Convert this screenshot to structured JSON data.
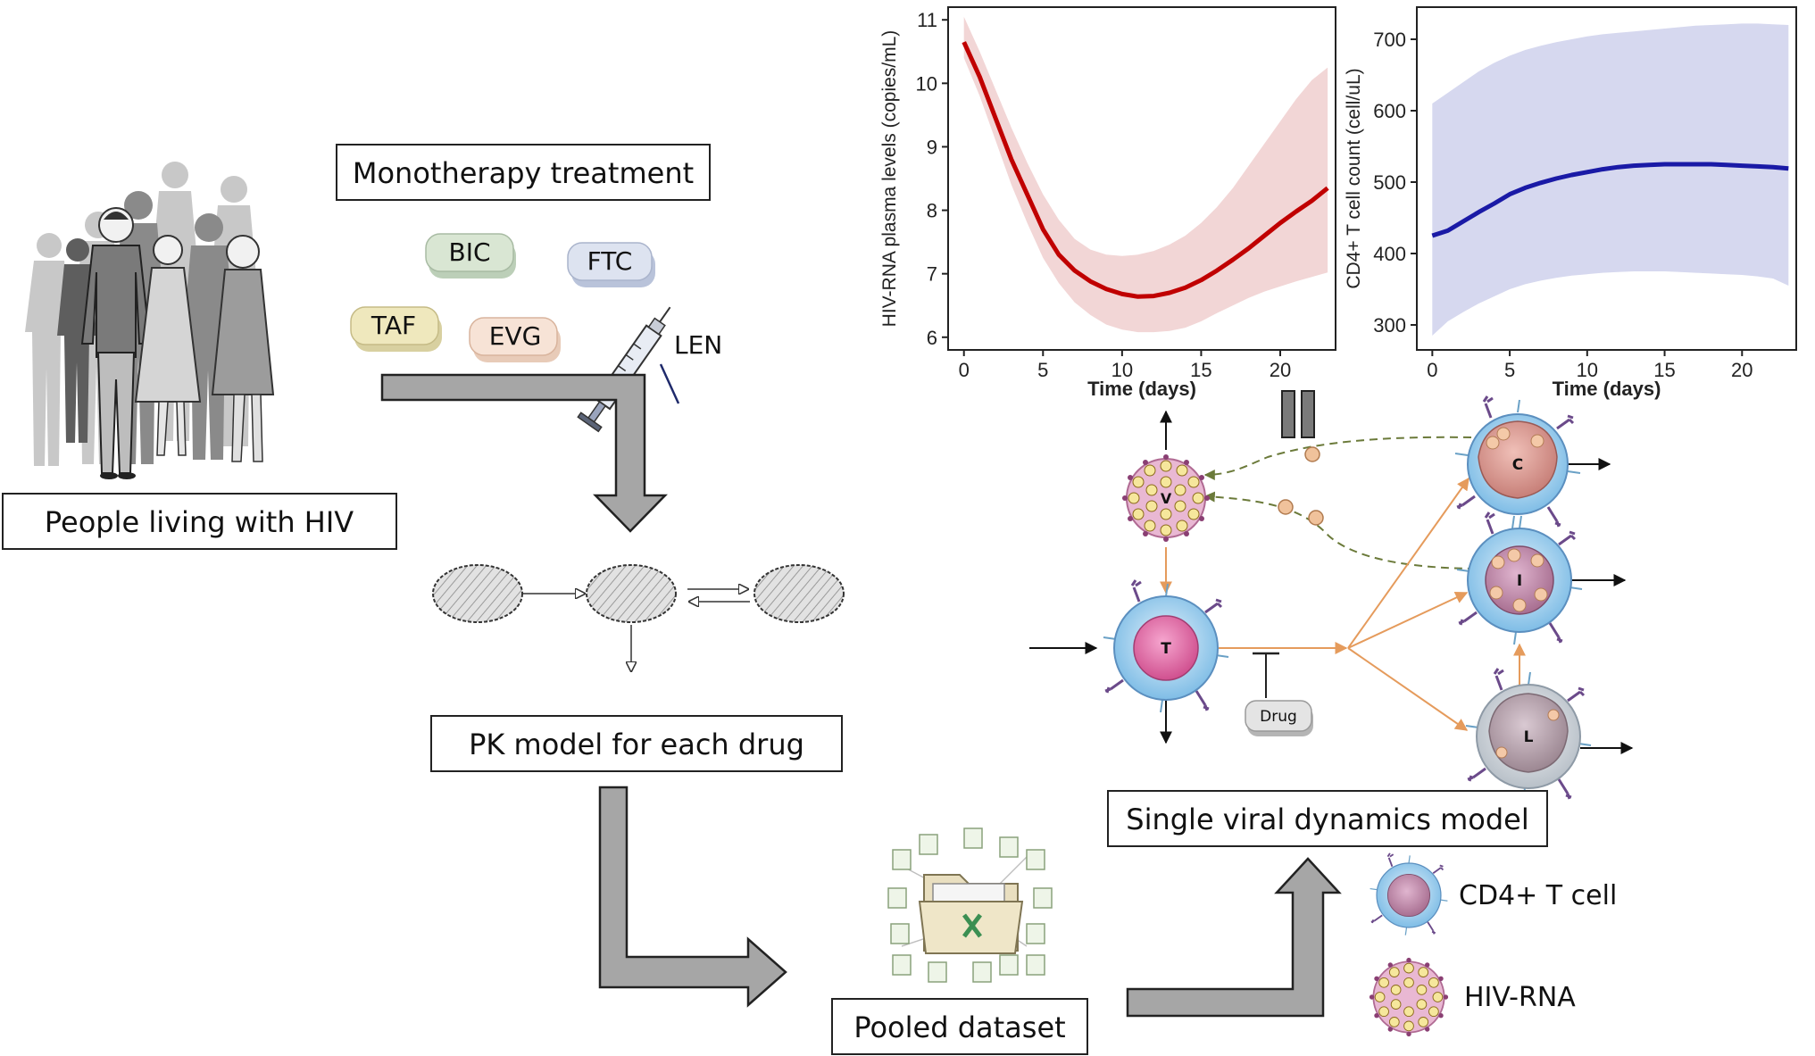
{
  "labels": {
    "people": "People living with HIV",
    "monotherapy": "Monotherapy treatment",
    "pk_model": "PK model for each drug",
    "pooled": "Pooled dataset",
    "single_model": "Single viral dynamics model",
    "legend_cd4": "CD4+ T cell",
    "legend_hiv": "HIV-RNA",
    "drug": "Drug"
  },
  "drugs": {
    "bic": "BIC",
    "ftc": "FTC",
    "taf": "TAF",
    "evg": "EVG",
    "len": "LEN"
  },
  "cells": {
    "virus": "V",
    "target": "T",
    "chronic": "C",
    "infected": "I",
    "latent": "L"
  },
  "colors": {
    "viral_line": "#c00000",
    "viral_band": "#f2d6d6",
    "cd4_line": "#1a1aa6",
    "cd4_band": "#d6d8ef",
    "arrow_fill": "#a6a6a6",
    "flow_arrow": "#e59b5c",
    "dashed_arrow": "#6b7a3a"
  },
  "chart_data": [
    {
      "type": "line",
      "xlabel": "Time (days)",
      "ylabel": "HIV-RNA plasma levels (copies/mL)",
      "xlim": [
        -1,
        23.5
      ],
      "ylim": [
        5.8,
        11.2
      ],
      "xticks": [
        0,
        5,
        10,
        15,
        20
      ],
      "yticks": [
        6,
        7,
        8,
        9,
        10,
        11
      ],
      "series": [
        {
          "x": [
            0,
            1,
            2,
            3,
            4,
            5,
            6,
            7,
            8,
            9,
            10,
            11,
            12,
            13,
            14,
            15,
            16,
            17,
            18,
            19,
            20,
            21,
            22,
            23
          ],
          "values": [
            10.65,
            10.1,
            9.45,
            8.8,
            8.25,
            7.7,
            7.3,
            7.05,
            6.88,
            6.76,
            6.68,
            6.64,
            6.65,
            6.7,
            6.78,
            6.9,
            7.05,
            7.22,
            7.4,
            7.6,
            7.8,
            7.98,
            8.15,
            8.35
          ],
          "lower": [
            10.4,
            9.8,
            9.1,
            8.4,
            7.8,
            7.25,
            6.85,
            6.55,
            6.35,
            6.2,
            6.12,
            6.08,
            6.08,
            6.1,
            6.15,
            6.25,
            6.38,
            6.5,
            6.62,
            6.72,
            6.8,
            6.88,
            6.95,
            7.02
          ],
          "upper": [
            11.05,
            10.5,
            9.9,
            9.3,
            8.75,
            8.25,
            7.85,
            7.55,
            7.38,
            7.3,
            7.28,
            7.3,
            7.36,
            7.46,
            7.6,
            7.8,
            8.05,
            8.35,
            8.7,
            9.05,
            9.4,
            9.75,
            10.05,
            10.25
          ]
        }
      ]
    },
    {
      "type": "line",
      "xlabel": "Time (days)",
      "ylabel": "CD4+ T cell count (cell/uL)",
      "xlim": [
        -1,
        23.5
      ],
      "ylim": [
        265,
        745
      ],
      "xticks": [
        0,
        5,
        10,
        15,
        20
      ],
      "yticks": [
        300,
        400,
        500,
        600,
        700
      ],
      "series": [
        {
          "x": [
            0,
            1,
            2,
            3,
            4,
            5,
            6,
            7,
            8,
            9,
            10,
            11,
            12,
            13,
            14,
            15,
            16,
            17,
            18,
            19,
            20,
            21,
            22,
            23
          ],
          "values": [
            425,
            432,
            445,
            458,
            470,
            483,
            492,
            499,
            505,
            510,
            514,
            518,
            521,
            523,
            524,
            525,
            525,
            525,
            525,
            524,
            523,
            522,
            521,
            519
          ],
          "lower": [
            285,
            305,
            318,
            330,
            340,
            350,
            357,
            362,
            366,
            369,
            371,
            373,
            374,
            375,
            375,
            375,
            374,
            373,
            372,
            371,
            370,
            368,
            365,
            355
          ],
          "upper": [
            610,
            625,
            640,
            655,
            667,
            677,
            685,
            691,
            696,
            700,
            704,
            707,
            709,
            711,
            713,
            715,
            717,
            719,
            720,
            721,
            722,
            722,
            721,
            720
          ]
        }
      ]
    }
  ]
}
